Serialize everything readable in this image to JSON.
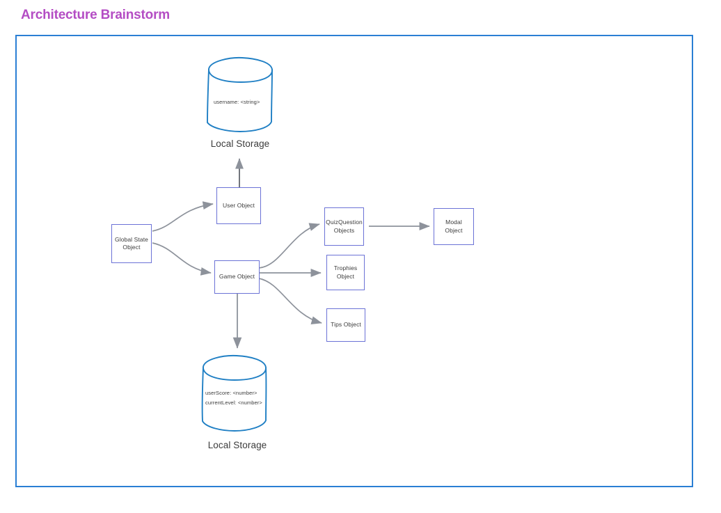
{
  "page": {
    "title": "Architecture Brainstorm",
    "title_color": "#b44dc4",
    "frame_color": "#2a7fd4",
    "node_border_color": "#6b72d6",
    "arrow_color": "#8d929b",
    "cylinder_color": "#1f7fc4",
    "background": "#ffffff"
  },
  "diagram": {
    "nodes": [
      {
        "id": "global-state-object",
        "label_line1": "Global State",
        "label_line2": "Object",
        "shape": "box"
      },
      {
        "id": "user-object",
        "label_line1": "User Object",
        "label_line2": "",
        "shape": "box"
      },
      {
        "id": "game-object",
        "label_line1": "Game Object",
        "label_line2": "",
        "shape": "box"
      },
      {
        "id": "quizquestion-objects",
        "label_line1": "QuizQuestion",
        "label_line2": "Objects",
        "shape": "box"
      },
      {
        "id": "trophies-object",
        "label_line1": "Trophies",
        "label_line2": "Object",
        "shape": "box"
      },
      {
        "id": "tips-object",
        "label_line1": "Tips Object",
        "label_line2": "",
        "shape": "box"
      },
      {
        "id": "modal-object",
        "label_line1": "Modal",
        "label_line2": "Object",
        "shape": "box"
      }
    ],
    "storages": [
      {
        "id": "local-storage-user",
        "caption": "Local Storage",
        "fields": [
          "username: <string>"
        ]
      },
      {
        "id": "local-storage-game",
        "caption": "Local Storage",
        "fields": [
          "userScore: <number>",
          "currentLevel: <number>"
        ]
      }
    ],
    "edges": [
      {
        "from": "global-state-object",
        "to": "user-object"
      },
      {
        "from": "global-state-object",
        "to": "game-object"
      },
      {
        "from": "user-object",
        "to": "local-storage-user"
      },
      {
        "from": "game-object",
        "to": "local-storage-game"
      },
      {
        "from": "game-object",
        "to": "quizquestion-objects"
      },
      {
        "from": "game-object",
        "to": "trophies-object"
      },
      {
        "from": "game-object",
        "to": "tips-object"
      },
      {
        "from": "quizquestion-objects",
        "to": "modal-object"
      }
    ]
  }
}
